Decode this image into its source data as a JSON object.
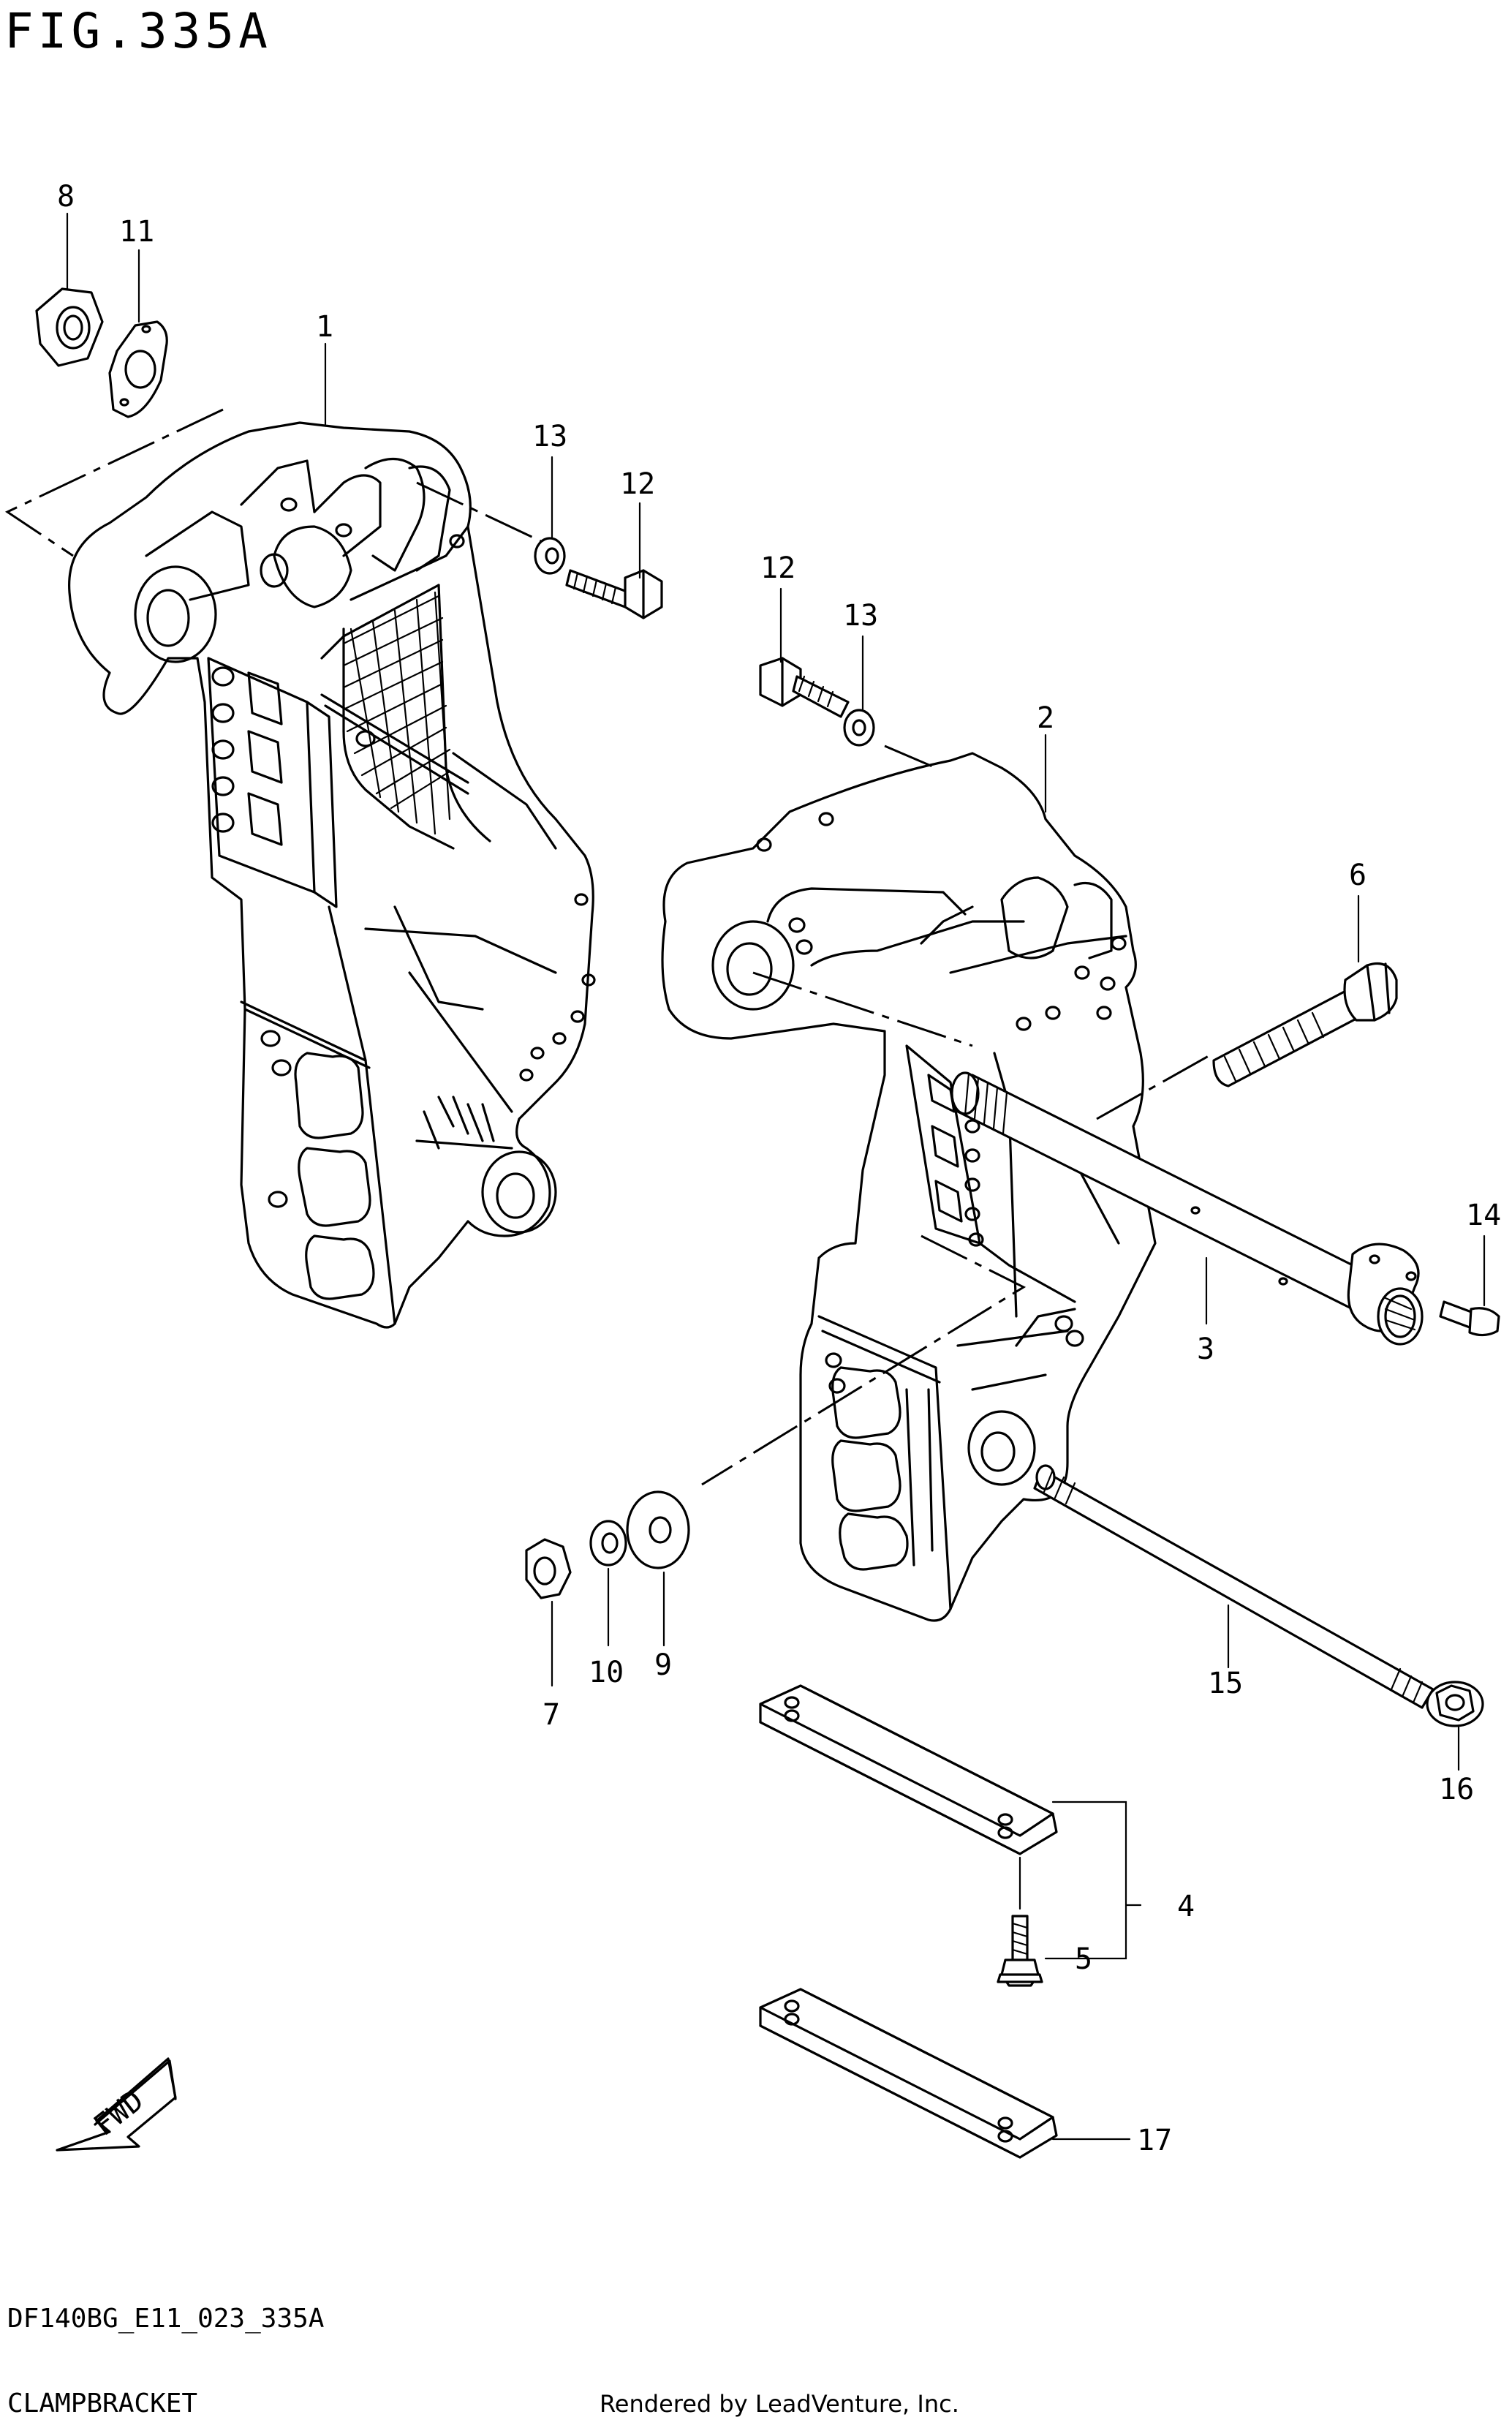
{
  "figure": {
    "title": "FIG.335A",
    "code": "DF140BG_E11_023_335A",
    "name": "CLAMPBRACKET",
    "rendered_by": "Rendered by LeadVenture, Inc."
  },
  "fwd_label": "FWD",
  "callouts": [
    {
      "id": "c1",
      "text": "1"
    },
    {
      "id": "c2",
      "text": "2"
    },
    {
      "id": "c3",
      "text": "3"
    },
    {
      "id": "c4",
      "text": "4"
    },
    {
      "id": "c5",
      "text": "5"
    },
    {
      "id": "c6",
      "text": "6"
    },
    {
      "id": "c7",
      "text": "7"
    },
    {
      "id": "c8",
      "text": "8"
    },
    {
      "id": "c9",
      "text": "9"
    },
    {
      "id": "c10",
      "text": "10"
    },
    {
      "id": "c11",
      "text": "11"
    },
    {
      "id": "c12a",
      "text": "12"
    },
    {
      "id": "c12b",
      "text": "12"
    },
    {
      "id": "c13a",
      "text": "13"
    },
    {
      "id": "c13b",
      "text": "13"
    },
    {
      "id": "c14",
      "text": "14"
    },
    {
      "id": "c15",
      "text": "15"
    },
    {
      "id": "c16",
      "text": "16"
    },
    {
      "id": "c17",
      "text": "17"
    }
  ]
}
